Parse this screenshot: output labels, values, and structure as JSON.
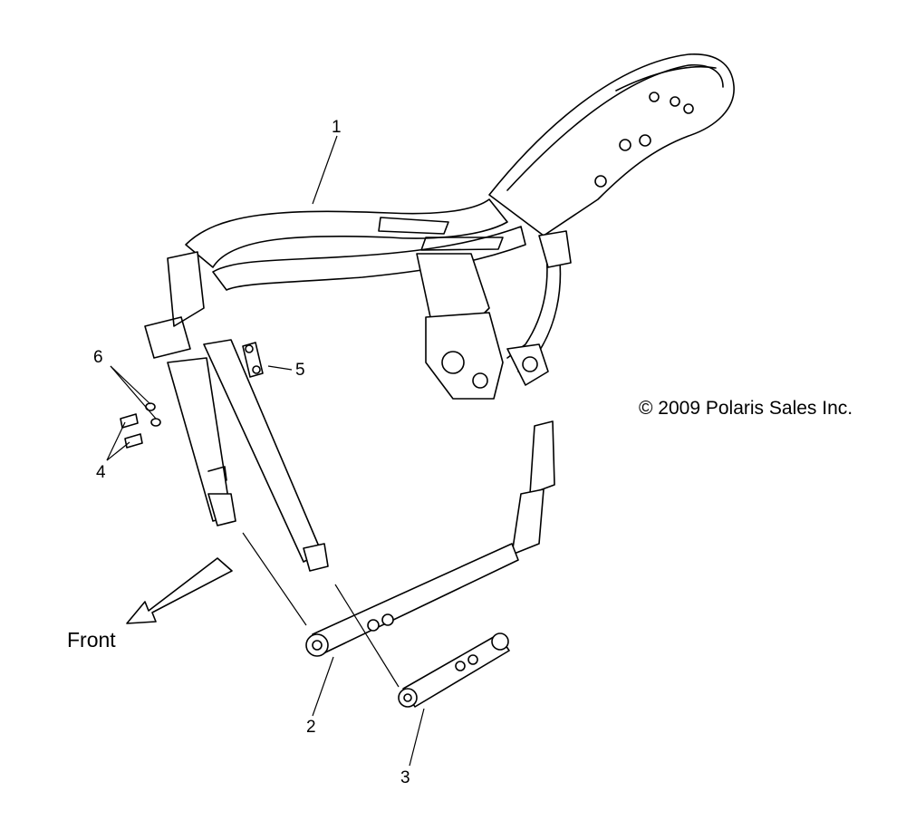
{
  "copyright": "© 2009 Polaris Sales Inc.",
  "direction_label": "Front",
  "callouts": [
    "1",
    "2",
    "3",
    "4",
    "5",
    "6"
  ]
}
